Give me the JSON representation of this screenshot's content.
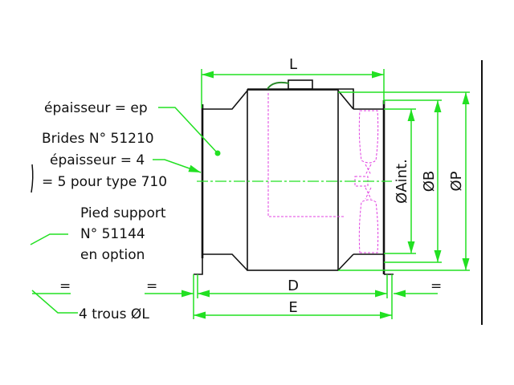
{
  "labels": {
    "thickness_ep": "épaisseur = ep",
    "flanges": "Brides N° 51210",
    "thickness_4": "épaisseur = 4",
    "thickness_5": "= 5 pour type 710",
    "foot_line1": "Pied support",
    "foot_line2": "N° 51144",
    "foot_line3": "en option",
    "equal_left1": "=",
    "equal_left2": "=",
    "equal_right": "=",
    "holes": "4 trous ØL"
  },
  "dimensions": {
    "L": "L",
    "D": "D",
    "E": "E",
    "A_int": "ØAint.",
    "B": "ØB",
    "P": "ØP"
  },
  "colors": {
    "dimension": "#22e022",
    "hidden": "#e040e0",
    "outline": "#111111"
  }
}
